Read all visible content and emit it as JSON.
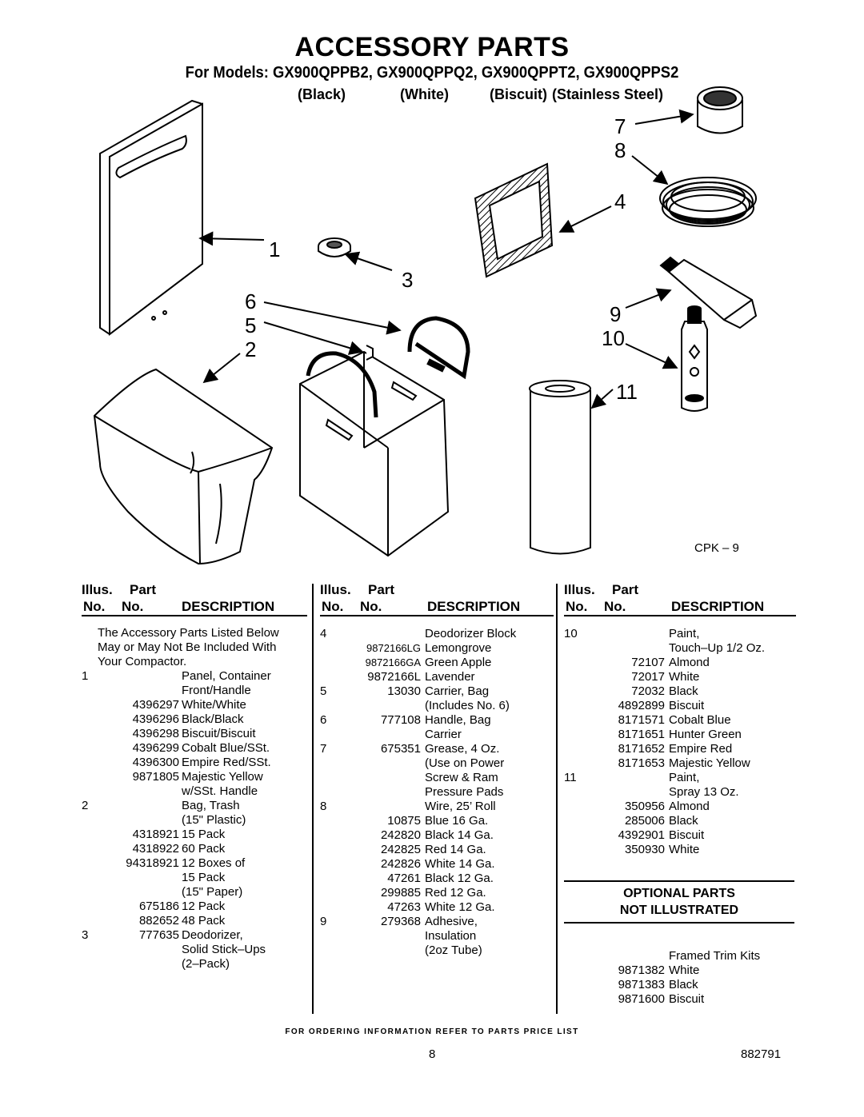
{
  "header": {
    "title": "ACCESSORY PARTS",
    "models": "For Models: GX900QPPB2, GX900QPPQ2, GX900QPPT2, GX900QPPS2",
    "colors": [
      "(Black)",
      "(White)",
      "(Biscuit)",
      "(Stainless Steel)"
    ]
  },
  "illustration": {
    "callouts": [
      "1",
      "2",
      "3",
      "4",
      "5",
      "6",
      "7",
      "8",
      "9",
      "10",
      "11"
    ],
    "code": "CPK – 9"
  },
  "table": {
    "header": {
      "illus": "Illus.",
      "part": "Part",
      "no1": "No.",
      "no2": "No.",
      "description": "DESCRIPTION"
    },
    "intro": [
      "The Accessory Parts Listed Below",
      "May or May Not Be Included With",
      "Your Compactor."
    ],
    "col1": [
      {
        "illus": "1",
        "part": "",
        "desc": "Panel, Container"
      },
      {
        "illus": "",
        "part": "",
        "desc": "Front/Handle"
      },
      {
        "illus": "",
        "part": "4396297",
        "desc": "White/White"
      },
      {
        "illus": "",
        "part": "4396296",
        "desc": "Black/Black"
      },
      {
        "illus": "",
        "part": "4396298",
        "desc": "Biscuit/Biscuit"
      },
      {
        "illus": "",
        "part": "4396299",
        "desc": "Cobalt Blue/SSt."
      },
      {
        "illus": "",
        "part": "4396300",
        "desc": "Empire Red/SSt."
      },
      {
        "illus": "",
        "part": "9871805",
        "desc": "Majestic Yellow"
      },
      {
        "illus": "",
        "part": "",
        "desc": " w/SSt. Handle"
      },
      {
        "illus": "2",
        "part": "",
        "desc": "Bag, Trash"
      },
      {
        "illus": "",
        "part": "",
        "desc": " (15\" Plastic)"
      },
      {
        "illus": "",
        "part": "4318921",
        "desc": "15 Pack"
      },
      {
        "illus": "",
        "part": "4318922",
        "desc": "60 Pack"
      },
      {
        "illus": "",
        "part": "94318921",
        "desc": "12 Boxes of"
      },
      {
        "illus": "",
        "part": "",
        "desc": "  15 Pack"
      },
      {
        "illus": "",
        "part": "",
        "desc": " (15\" Paper)"
      },
      {
        "illus": "",
        "part": "675186",
        "desc": "12 Pack"
      },
      {
        "illus": "",
        "part": "882652",
        "desc": "48 Pack"
      },
      {
        "illus": "3",
        "part": "777635",
        "desc": "Deodorizer,"
      },
      {
        "illus": "",
        "part": "",
        "desc": " Solid Stick–Ups"
      },
      {
        "illus": "",
        "part": "",
        "desc": " (2–Pack)"
      }
    ],
    "col2": [
      {
        "illus": "4",
        "part": "",
        "desc": "Deodorizer Block",
        "small": false
      },
      {
        "illus": "",
        "part": "9872166LG",
        "desc": "Lemongrove",
        "small": true
      },
      {
        "illus": "",
        "part": "9872166GA",
        "desc": "Green Apple",
        "small": true
      },
      {
        "illus": "",
        "part": "9872166L",
        "desc": "Lavender",
        "small": false
      },
      {
        "illus": "5",
        "part": "13030",
        "desc": "Carrier, Bag",
        "small": false
      },
      {
        "illus": "",
        "part": "",
        "desc": " (Includes No. 6)",
        "small": false
      },
      {
        "illus": "6",
        "part": "777108",
        "desc": "Handle, Bag",
        "small": false
      },
      {
        "illus": "",
        "part": "",
        "desc": " Carrier",
        "small": false
      },
      {
        "illus": "7",
        "part": "675351",
        "desc": "Grease, 4 Oz.",
        "small": false
      },
      {
        "illus": "",
        "part": "",
        "desc": " (Use on Power",
        "small": false
      },
      {
        "illus": "",
        "part": "",
        "desc": " Screw & Ram",
        "small": false
      },
      {
        "illus": "",
        "part": "",
        "desc": " Pressure Pads",
        "small": false
      },
      {
        "illus": "8",
        "part": "",
        "desc": " Wire, 25’ Roll",
        "small": false
      },
      {
        "illus": "",
        "part": "10875",
        "desc": "Blue 16 Ga.",
        "small": false
      },
      {
        "illus": "",
        "part": "242820",
        "desc": "Black 14 Ga.",
        "small": false
      },
      {
        "illus": "",
        "part": "242825",
        "desc": "Red 14 Ga.",
        "small": false
      },
      {
        "illus": "",
        "part": "242826",
        "desc": "White 14 Ga.",
        "small": false
      },
      {
        "illus": "",
        "part": "47261",
        "desc": "Black 12 Ga.",
        "small": false
      },
      {
        "illus": "",
        "part": "299885",
        "desc": "Red 12 Ga.",
        "small": false
      },
      {
        "illus": "",
        "part": "47263",
        "desc": "White 12 Ga.",
        "small": false
      },
      {
        "illus": "9",
        "part": "279368",
        "desc": "Adhesive,",
        "small": false
      },
      {
        "illus": "",
        "part": "",
        "desc": "Insulation",
        "small": false
      },
      {
        "illus": "",
        "part": "",
        "desc": "(2oz Tube)",
        "small": false
      }
    ],
    "col3": [
      {
        "illus": "10",
        "part": "",
        "desc": "Paint,"
      },
      {
        "illus": "",
        "part": "",
        "desc": "  Touch–Up 1/2 Oz."
      },
      {
        "illus": "",
        "part": "72107",
        "desc": "Almond"
      },
      {
        "illus": "",
        "part": "72017",
        "desc": "White"
      },
      {
        "illus": "",
        "part": "72032",
        "desc": "Black"
      },
      {
        "illus": "",
        "part": "4892899",
        "desc": "Biscuit"
      },
      {
        "illus": "",
        "part": "8171571",
        "desc": "Cobalt Blue"
      },
      {
        "illus": "",
        "part": "8171651",
        "desc": "Hunter Green"
      },
      {
        "illus": "",
        "part": "8171652",
        "desc": "Empire Red"
      },
      {
        "illus": "",
        "part": "8171653",
        "desc": "Majestic Yellow"
      },
      {
        "illus": "11",
        "part": "",
        "desc": "Paint,"
      },
      {
        "illus": "",
        "part": "",
        "desc": "  Spray 13 Oz."
      },
      {
        "illus": "",
        "part": "350956",
        "desc": "Almond"
      },
      {
        "illus": "",
        "part": "285006",
        "desc": "Black"
      },
      {
        "illus": "",
        "part": "4392901",
        "desc": "Biscuit"
      },
      {
        "illus": "",
        "part": "350930",
        "desc": "White"
      }
    ],
    "optional": {
      "title1": "OPTIONAL PARTS",
      "title2": "NOT ILLUSTRATED",
      "rows": [
        {
          "part": "",
          "desc": "Framed Trim Kits"
        },
        {
          "part": "9871382",
          "desc": "White"
        },
        {
          "part": "9871383",
          "desc": "Black"
        },
        {
          "part": "9871600",
          "desc": "Biscuit"
        }
      ]
    }
  },
  "footer": {
    "note": "FOR ORDERING INFORMATION REFER TO PARTS PRICE LIST",
    "page": "8",
    "doc": "882791"
  }
}
